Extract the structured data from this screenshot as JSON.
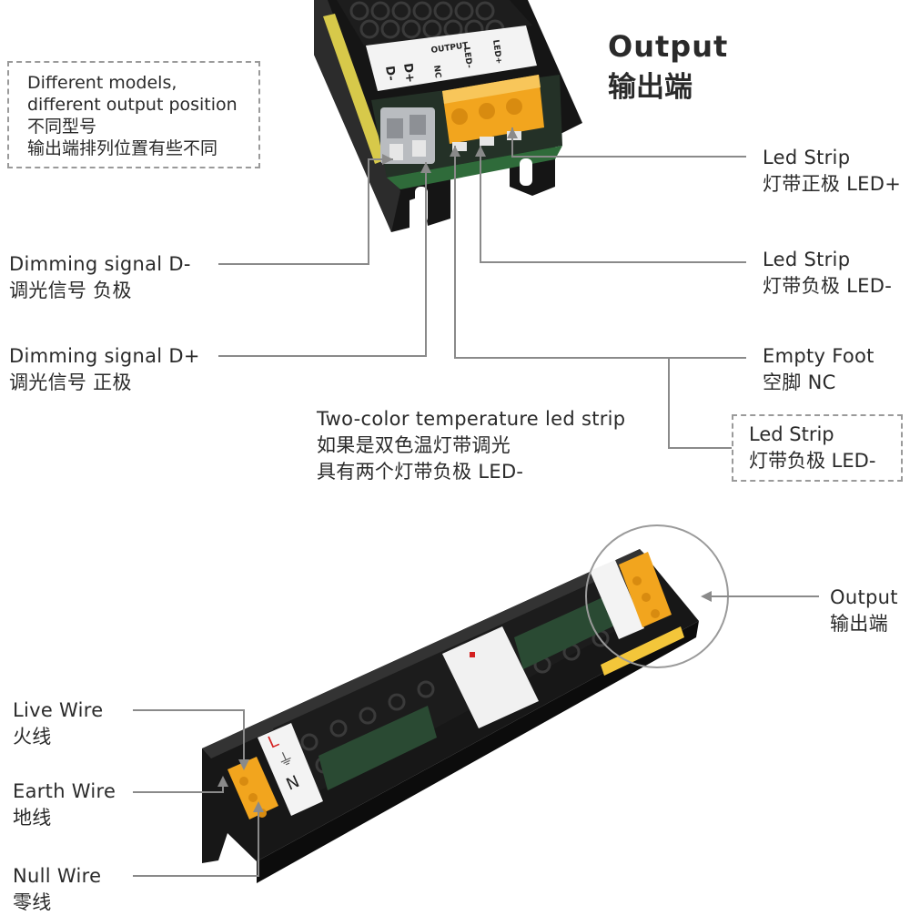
{
  "output_header": {
    "title": "Output",
    "subtitle": "输出端"
  },
  "note": {
    "line1": "Different models,",
    "line2": "different output position",
    "line3": "不同型号",
    "line4": "输出端排列位置有些不同"
  },
  "label_panel": {
    "output": "OUTPUT",
    "nc": "NC",
    "led_minus": "LED-",
    "led_plus": "LED+",
    "d_plus": "D+",
    "d_minus": "D-"
  },
  "callouts": {
    "led_plus": {
      "en": "Led Strip",
      "cn": "灯带正极 LED+"
    },
    "led_minus": {
      "en": "Led Strip",
      "cn": "灯带负极 LED-"
    },
    "empty_foot": {
      "en": "Empty Foot",
      "cn": "空脚 NC"
    },
    "led_minus_alt": {
      "en": "Led Strip",
      "cn": "灯带负极 LED-"
    },
    "dim_minus": {
      "en": "Dimming signal D-",
      "cn": "调光信号 负极"
    },
    "dim_plus": {
      "en": "Dimming signal D+",
      "cn": "调光信号 正极"
    },
    "two_color": {
      "en": "Two-color temperature led strip",
      "cn1": "如果是双色温灯带调光",
      "cn2": "具有两个灯带负极  LED-"
    },
    "output_bottom": {
      "en": "Output",
      "cn": "输出端"
    },
    "live": {
      "en": "Live Wire",
      "cn": "火线"
    },
    "earth": {
      "en": "Earth Wire",
      "cn": "地线"
    },
    "null": {
      "en": "Null Wire",
      "cn": "零线"
    }
  },
  "input_panel": {
    "l": "L",
    "earth": "⏚",
    "n": "N"
  },
  "colors": {
    "housing": "#141414",
    "terminal": "#f2a51e",
    "line": "#8a8a8a",
    "pcb": "#1e4a2a"
  }
}
